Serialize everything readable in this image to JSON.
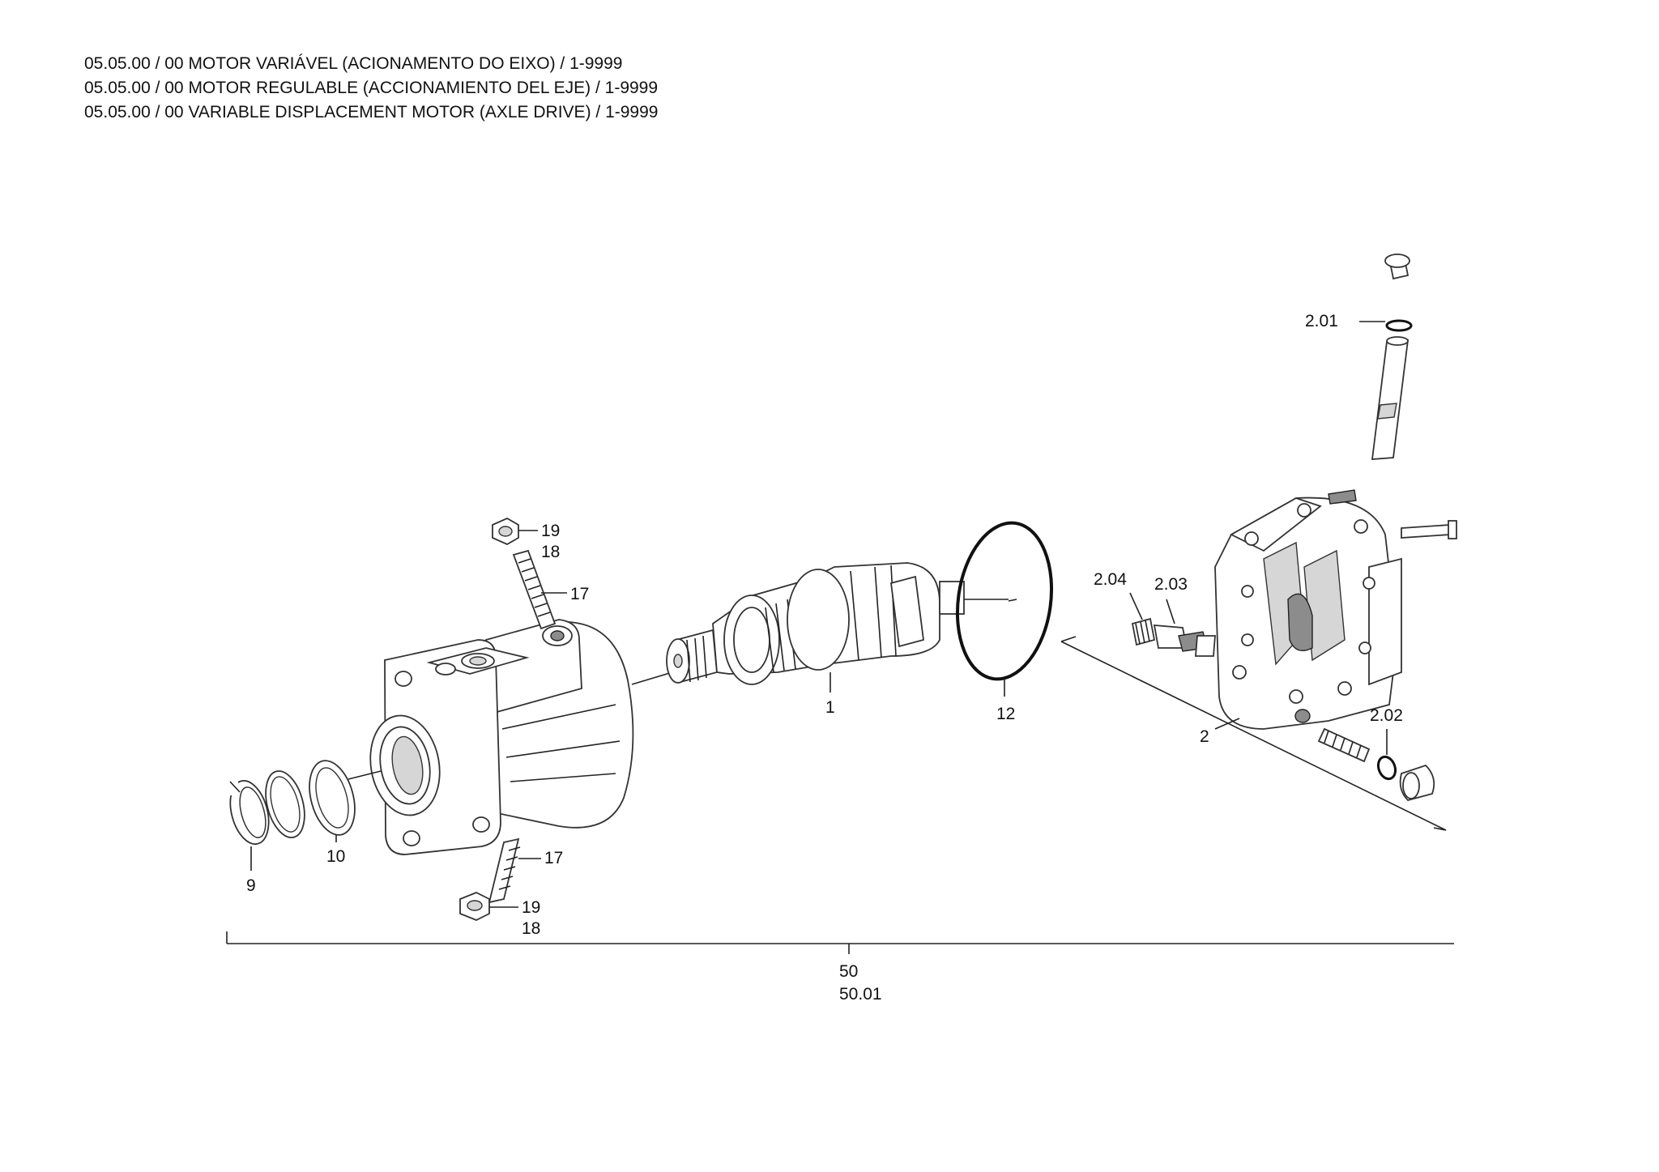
{
  "header": {
    "line1": "05.05.00 / 00 MOTOR VARIÁVEL (ACIONAMENTO DO EIXO) / 1-9999",
    "line2": "05.05.00 / 00 MOTOR REGULABLE (ACCIONAMIENTO DEL EJE) / 1-9999",
    "line3": "05.05.00 / 00 VARIABLE DISPLACEMENT MOTOR (AXLE DRIVE) / 1-9999"
  },
  "callouts": {
    "c201": "2.01",
    "c19a": "19",
    "c18a": "18",
    "c17a": "17",
    "c204": "2.04",
    "c203": "2.03",
    "c1": "1",
    "c12": "12",
    "c2": "2",
    "c202": "2.02",
    "c10": "10",
    "c9": "9",
    "c17b": "17",
    "c19b": "19",
    "c18b": "18",
    "c50": "50",
    "c5001": "50.01"
  }
}
